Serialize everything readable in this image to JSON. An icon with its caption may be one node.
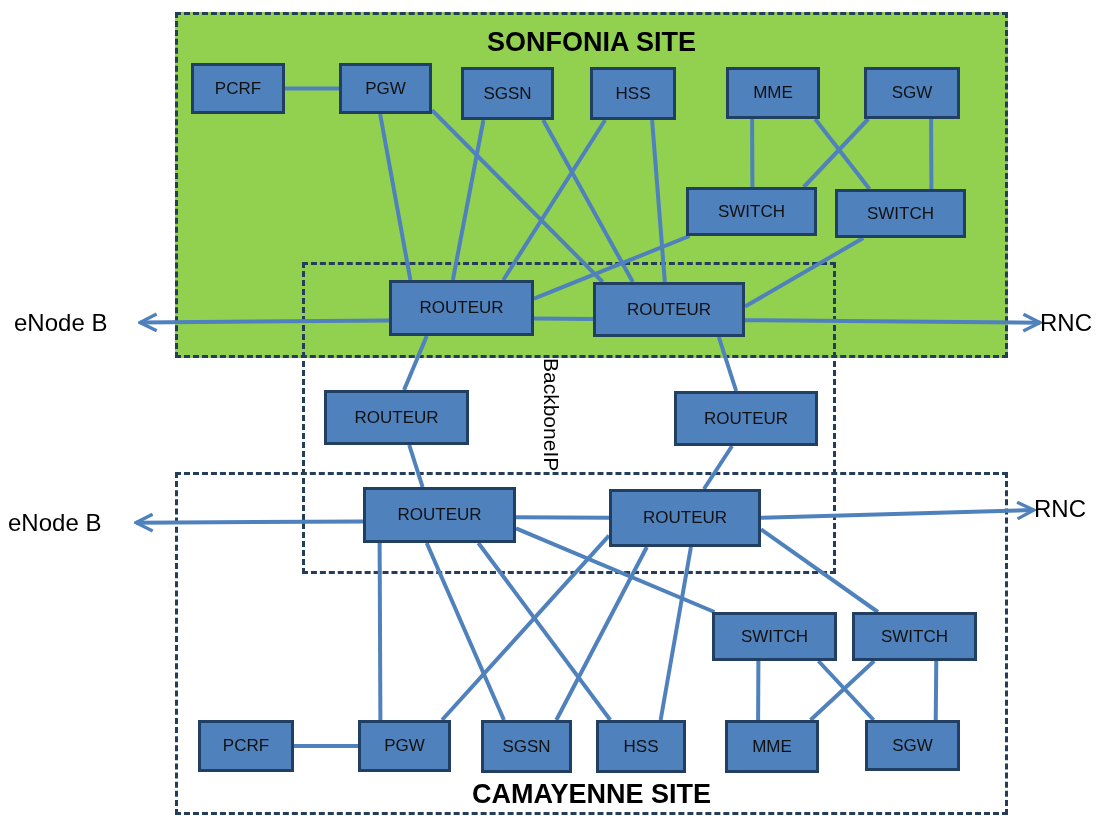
{
  "diagram": {
    "nodes": [
      {
        "text": [
          "SONFONIA SITE"
        ]
      },
      {
        "text": [
          "BackboneIP"
        ]
      },
      {
        "text": [
          "CAMAYENNE SITE"
        ]
      },
      {
        "text": [
          "PCRF"
        ],
        "in": 0
      },
      {
        "text": [
          "PGW"
        ],
        "in": 0
      },
      {
        "text": [
          "SGSN"
        ],
        "in": 0
      },
      {
        "text": [
          "HSS"
        ],
        "in": 0
      },
      {
        "text": [
          "MME"
        ],
        "in": 0
      },
      {
        "text": [
          "SGW"
        ],
        "in": 0
      },
      {
        "text": [
          "SWITCH"
        ],
        "in": 0
      },
      {
        "text": [
          "SWITCH"
        ],
        "in": 0
      },
      {
        "text": [
          "ROUTEUR"
        ]
      },
      {
        "text": [
          "ROUTEUR"
        ]
      },
      {
        "text": [
          "ROUTEUR"
        ],
        "in": 1
      },
      {
        "text": [
          "ROUTEUR"
        ],
        "in": 1
      },
      {
        "text": [
          "ROUTEUR"
        ]
      },
      {
        "text": [
          "ROUTEUR"
        ]
      },
      {
        "text": [
          "SWITCH"
        ],
        "in": 2
      },
      {
        "text": [
          "SWITCH"
        ],
        "in": 2
      },
      {
        "text": [
          "PCRF"
        ],
        "in": 2
      },
      {
        "text": [
          "PGW"
        ],
        "in": 2
      },
      {
        "text": [
          "SGSN"
        ],
        "in": 2
      },
      {
        "text": [
          "HSS"
        ],
        "in": 2
      },
      {
        "text": [
          "MME"
        ],
        "in": 2
      },
      {
        "text": [
          "SGW"
        ],
        "in": 2
      },
      {
        "text": [
          "eNode B"
        ]
      },
      {
        "text": [
          "RNC"
        ]
      },
      {
        "text": [
          "eNode B"
        ]
      },
      {
        "text": [
          "RNC"
        ]
      }
    ],
    "edges": [
      {
        "from": 3,
        "to": 4,
        "arrow": "none"
      },
      {
        "from": 4,
        "to": 11,
        "arrow": "none"
      },
      {
        "from": 4,
        "to": 12,
        "arrow": "none"
      },
      {
        "from": 5,
        "to": 11,
        "arrow": "none"
      },
      {
        "from": 5,
        "to": 12,
        "arrow": "none"
      },
      {
        "from": 6,
        "to": 11,
        "arrow": "none"
      },
      {
        "from": 6,
        "to": 12,
        "arrow": "none"
      },
      {
        "from": 7,
        "to": 9,
        "arrow": "none"
      },
      {
        "from": 7,
        "to": 10,
        "arrow": "none"
      },
      {
        "from": 8,
        "to": 9,
        "arrow": "none"
      },
      {
        "from": 8,
        "to": 10,
        "arrow": "none"
      },
      {
        "from": 9,
        "to": 11,
        "arrow": "none"
      },
      {
        "from": 10,
        "to": 12,
        "arrow": "none"
      },
      {
        "from": 11,
        "to": 25,
        "arrow": "to"
      },
      {
        "from": 11,
        "to": 12,
        "arrow": "none"
      },
      {
        "from": 12,
        "to": 26,
        "arrow": "to"
      },
      {
        "from": 11,
        "to": 13,
        "arrow": "none"
      },
      {
        "from": 12,
        "to": 14,
        "arrow": "none"
      },
      {
        "from": 13,
        "to": 15,
        "arrow": "none"
      },
      {
        "from": 14,
        "to": 16,
        "arrow": "none"
      },
      {
        "from": 15,
        "to": 27,
        "arrow": "to"
      },
      {
        "from": 15,
        "to": 16,
        "arrow": "none"
      },
      {
        "from": 16,
        "to": 28,
        "arrow": "to"
      },
      {
        "from": 15,
        "to": 20,
        "arrow": "none"
      },
      {
        "from": 15,
        "to": 21,
        "arrow": "none"
      },
      {
        "from": 15,
        "to": 22,
        "arrow": "none"
      },
      {
        "from": 15,
        "to": 17,
        "arrow": "none"
      },
      {
        "from": 16,
        "to": 20,
        "arrow": "none"
      },
      {
        "from": 16,
        "to": 21,
        "arrow": "none"
      },
      {
        "from": 16,
        "to": 22,
        "arrow": "none"
      },
      {
        "from": 16,
        "to": 18,
        "arrow": "none"
      },
      {
        "from": 17,
        "to": 23,
        "arrow": "none"
      },
      {
        "from": 17,
        "to": 24,
        "arrow": "none"
      },
      {
        "from": 18,
        "to": 23,
        "arrow": "none"
      },
      {
        "from": 18,
        "to": 24,
        "arrow": "none"
      },
      {
        "from": 19,
        "to": 20,
        "arrow": "none"
      }
    ]
  }
}
